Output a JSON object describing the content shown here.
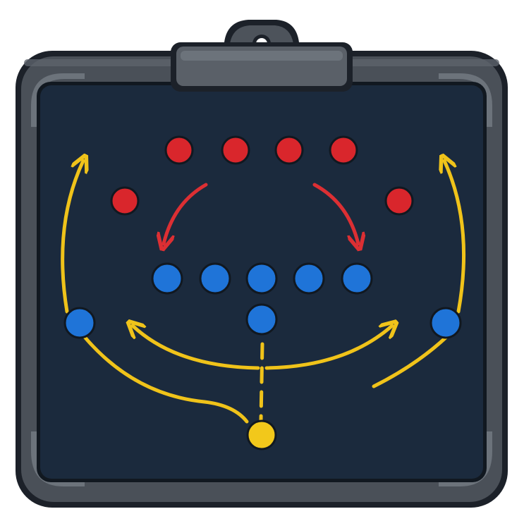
{
  "icon": {
    "name": "clipboard-play-diagram-icon",
    "colors": {
      "frame_outer": "#1c2129",
      "frame_body": "#4a5058",
      "frame_highlight": "#6c737b",
      "clip": "#4d535b",
      "board": "#1b2a3d",
      "board_border": "#111820",
      "defense": "#d9262c",
      "offense": "#1f74d8",
      "ball": "#f2c81b",
      "route": "#f0c31a",
      "blitz_arrow": "#dc2f33"
    },
    "defense_players": [
      {
        "label": "defender-1"
      },
      {
        "label": "defender-2"
      },
      {
        "label": "defender-3"
      },
      {
        "label": "defender-4"
      },
      {
        "label": "defender-5"
      },
      {
        "label": "defender-6"
      }
    ],
    "offense_players": [
      {
        "label": "lineman-1"
      },
      {
        "label": "lineman-2"
      },
      {
        "label": "lineman-3"
      },
      {
        "label": "lineman-4"
      },
      {
        "label": "lineman-5"
      },
      {
        "label": "back"
      },
      {
        "label": "left-receiver"
      },
      {
        "label": "right-receiver"
      }
    ]
  }
}
